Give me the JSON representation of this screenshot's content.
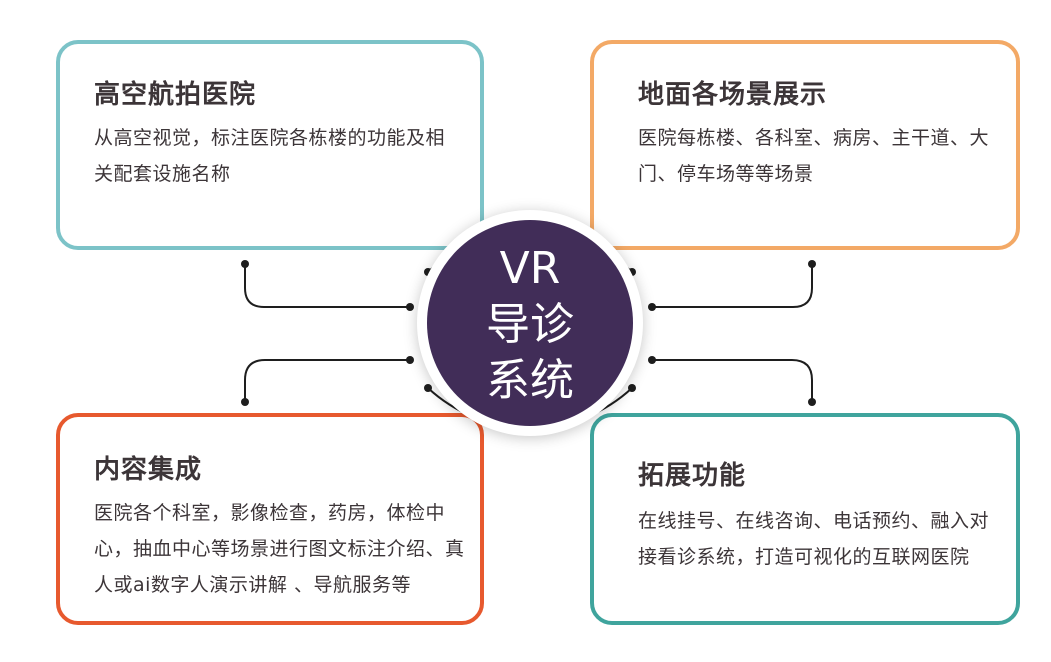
{
  "colors": {
    "teal_card": "#7cc3c8",
    "orange_card": "#f3a966",
    "red_card": "#e7592e",
    "green_card": "#3fa49d",
    "center_fill": "#412d58",
    "connector": "#1e1e1e"
  },
  "center": {
    "line1": "VR",
    "line2": "导诊",
    "line3": "系统"
  },
  "cards": {
    "aerial": {
      "title": "高空航拍医院",
      "text": "从高空视觉，标注医院各栋楼的功能及相关配套设施名称"
    },
    "ground": {
      "title": "地面各场景展示",
      "text": "医院每栋楼、各科室、病房、主干道、大门、停车场等等场景"
    },
    "content": {
      "title": "内容集成",
      "text": "医院各个科室，影像检查，药房，体检中心，抽血中心等场景进行图文标注介绍、真人或ai数字人演示讲解 、导航服务等"
    },
    "extend": {
      "title": "拓展功能",
      "text": "在线挂号、在线咨询、电话预约、融入对接看诊系统，打造可视化的互联网医院"
    }
  }
}
